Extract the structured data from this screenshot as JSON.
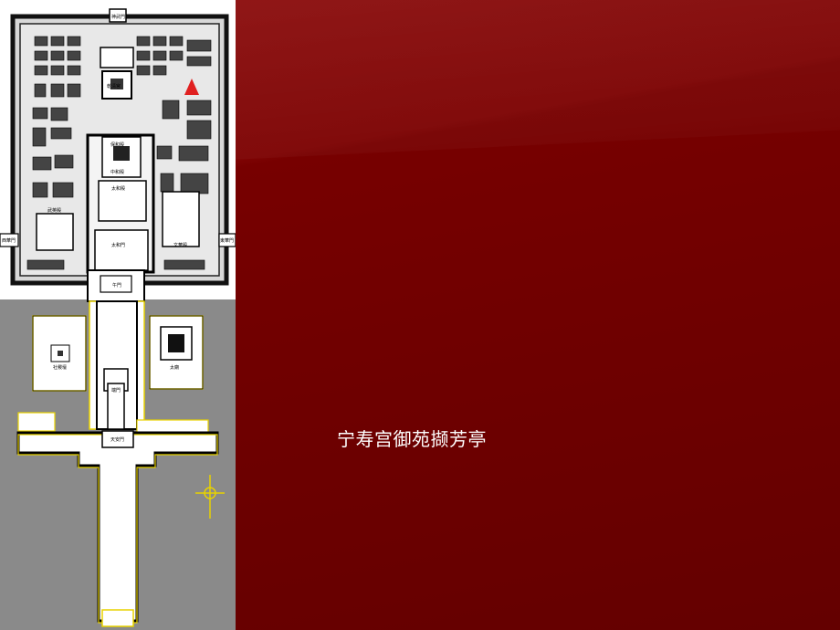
{
  "slide": {
    "caption": "宁寿宫御苑撷芳亭",
    "background_color": "#7a0000",
    "caption_color": "#ffffff"
  },
  "map": {
    "marker_color": "#e02020",
    "outer_ground_color": "#8a8a8a",
    "outline_color": "#e8d200",
    "labels": {
      "north_gate": "神武門",
      "palace_1": "乾清宮",
      "hall_1": "保和殿",
      "hall_2": "中和殿",
      "hall_3": "太和殿",
      "taihe_gate": "太和門",
      "wuying": "武英殿",
      "wenhua": "文華殿",
      "west_gate": "西華門",
      "east_gate": "東華門",
      "meridian_gate": "午門",
      "duan_gate": "端門",
      "tiananmen": "天安門",
      "altar": "社稷壇",
      "temple": "太廟"
    }
  }
}
